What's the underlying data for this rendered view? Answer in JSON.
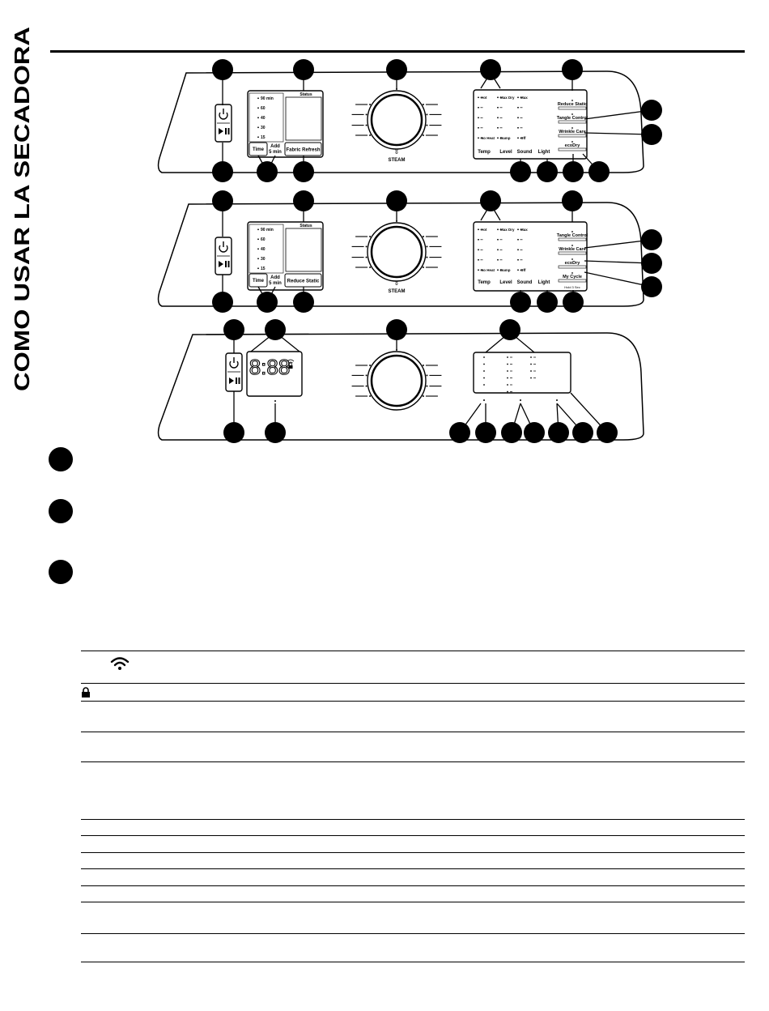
{
  "page": {
    "side_title": "COMO USAR LA SECADORA",
    "accent_color": "#000000"
  },
  "panel1": {
    "status": "Status",
    "time_items": [
      "90 min",
      "60",
      "40",
      "30",
      "15"
    ],
    "time_btn": "Time",
    "add_btn": "Add",
    "add_btn2": "5 min",
    "fabric_btn": "Fabric Refresh",
    "steam": "STEAM",
    "temp_col": [
      "Hot",
      "",
      "",
      "",
      "No Heat"
    ],
    "level_col": [
      "Max Dry",
      "",
      "",
      "",
      "Damp"
    ],
    "sound_col": [
      "Max",
      "",
      "",
      "",
      "Off"
    ],
    "temp": "Temp",
    "level": "Level",
    "sound": "Sound",
    "light": "Light",
    "right_labels": [
      "Reduce Static",
      "Tangle Control",
      "Wrinkle Care",
      "ecoDry"
    ]
  },
  "panel2": {
    "status": "Status",
    "time_items": [
      "90 min",
      "60",
      "40",
      "30",
      "15"
    ],
    "time_btn": "Time",
    "add_btn": "Add",
    "add_btn2": "5 min",
    "static_btn": "Reduce Static",
    "steam": "STEAM",
    "temp_col": [
      "Hot",
      "",
      "",
      "",
      "No Heat"
    ],
    "level_col": [
      "Max Dry",
      "",
      "",
      "",
      "Damp"
    ],
    "sound_col": [
      "Max",
      "",
      "",
      "",
      "Off"
    ],
    "temp": "Temp",
    "level": "Level",
    "sound": "Sound",
    "light": "Light",
    "right_labels": [
      "Tangle Control",
      "Wrinkle Care",
      "ecoDry",
      "My Cycle"
    ],
    "my_cycle_sub": "Hold 3 Sec"
  },
  "panel3": {
    "display": "8:88"
  },
  "icons": [
    "power-icon",
    "play-pause-icon",
    "wifi-icon",
    "lock-icon",
    "steam-icon"
  ]
}
